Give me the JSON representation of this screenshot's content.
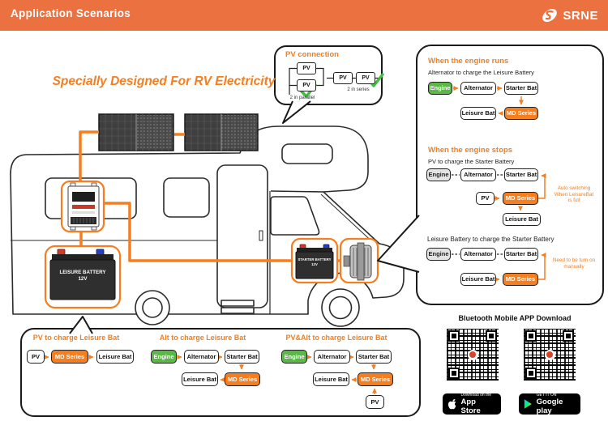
{
  "header": {
    "title": "Application Scenarios",
    "brand": "SRNE"
  },
  "headline": "Specially Designed For RV Electricity",
  "pv_connection": {
    "title": "PV connection",
    "pv": "PV",
    "parallel_label": "2 in parallel",
    "series_label": "2 in series"
  },
  "rv": {
    "leisure_battery_name": "LEISURE BATTERY",
    "leisure_battery_voltage": "12V",
    "starter_battery_name": "STARTER BATTERY",
    "starter_battery_voltage": "12V"
  },
  "right_panel": {
    "s1": {
      "title": "When the engine runs",
      "subtitle": "Alternator to charge the Leisure Battery",
      "engine": "Engine",
      "alternator": "Alternator",
      "starter_bat": "Starter Bat",
      "leisure_bat": "Leisure Bat",
      "md_series": "MD Series"
    },
    "s2": {
      "title": "When the engine stops",
      "subtitle": "PV to charge the Starter Battery",
      "engine": "Engine",
      "alternator": "Alternator",
      "starter_bat": "Starter Bat",
      "pv": "PV",
      "md_series": "MD Series",
      "leisure_bat": "Leisure Bat",
      "note_line1": "Auto switching",
      "note_line2": "When LeisureBat",
      "note_line3": "is full"
    },
    "s3": {
      "title": "Leisure Battery to charge the Starter Battery",
      "engine": "Engine",
      "alternator": "Alternator",
      "starter_bat": "Starter Bat",
      "leisure_bat": "Leisure Bat",
      "md_series": "MD Series",
      "note_line1": "Need to be turn on",
      "note_line2": "manually"
    }
  },
  "bottom_panel": {
    "s1": {
      "title": "PV to charge Leisure Bat",
      "pv": "PV",
      "md_series": "MD Series",
      "leisure_bat": "Leisure Bat"
    },
    "s2": {
      "title": "Alt to charge Leisure Bat",
      "engine": "Engine",
      "alternator": "Alternator",
      "starter_bat": "Starter Bat",
      "md_series": "MD Series",
      "leisure_bat": "Leisure Bat"
    },
    "s3": {
      "title": "PV&Alt to charge Leisure Bat",
      "engine": "Engine",
      "alternator": "Alternator",
      "starter_bat": "Starter Bat",
      "md_series": "MD Series",
      "leisure_bat": "Leisure Bat",
      "pv": "PV"
    }
  },
  "app_download": {
    "title": "Bluetooth Mobile APP Download",
    "appstore_tagline": "Download on the",
    "appstore_name": "App Store",
    "gplay_tagline": "GET IT ON",
    "gplay_name": "Google play"
  },
  "colors": {
    "accent": "#F47E20",
    "header_bg": "#EC7140",
    "engine_green": "#5BB847"
  }
}
